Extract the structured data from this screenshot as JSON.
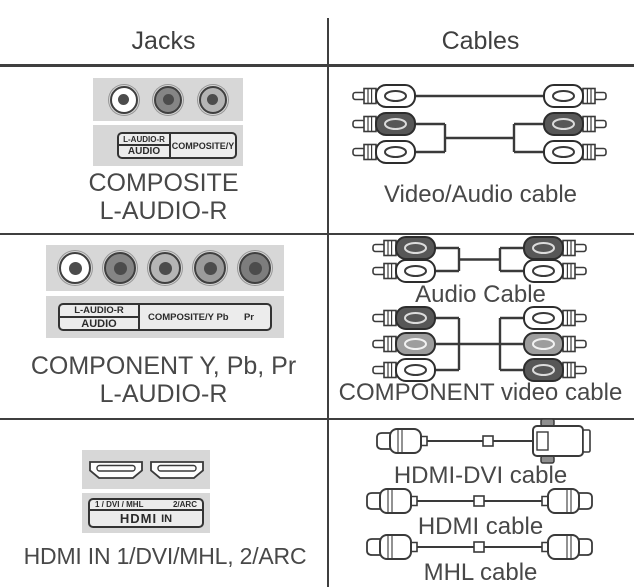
{
  "header": {
    "jacks_label": "Jacks",
    "cables_label": "Cables"
  },
  "row_composite": {
    "jack_panel": {
      "audio_top": "L-AUDIO-R",
      "audio_bottom": "AUDIO",
      "right": "COMPOSITE/Y"
    },
    "caption_line1": "COMPOSITE",
    "caption_line2": "L-AUDIO-R",
    "cable_caption": "Video/Audio cable"
  },
  "row_component": {
    "jack_panel": {
      "audio_top": "L-AUDIO-R",
      "audio_bottom": "AUDIO",
      "right_main": "COMPOSITE/Y Pb",
      "right_pr": "Pr"
    },
    "caption_line1": "COMPONENT Y, Pb, Pr",
    "caption_line2": "L-AUDIO-R",
    "cable_caption1": "Audio Cable",
    "cable_caption2": "COMPONENT video cable"
  },
  "row_hdmi": {
    "jack_panel": {
      "top_left": "1 / DVI / MHL",
      "top_right": "2/ARC",
      "logo": "HDMI",
      "logo_suffix": "IN"
    },
    "caption": "HDMI IN 1/DVI/MHL, 2/ARC",
    "cable_caption1": "HDMI-DVI cable",
    "cable_caption2": "HDMI cable",
    "cable_caption3": "MHL cable"
  },
  "colors": {
    "panel_bg": "#d7d7d7",
    "rule": "#3f3f3f",
    "text": "#484848",
    "jack_white": "#ffffff",
    "jack_dark": "#858585",
    "jack_light": "#b5b5b5",
    "jack_medium": "#9b9b9b",
    "jack_deep": "#7d7d7d"
  }
}
